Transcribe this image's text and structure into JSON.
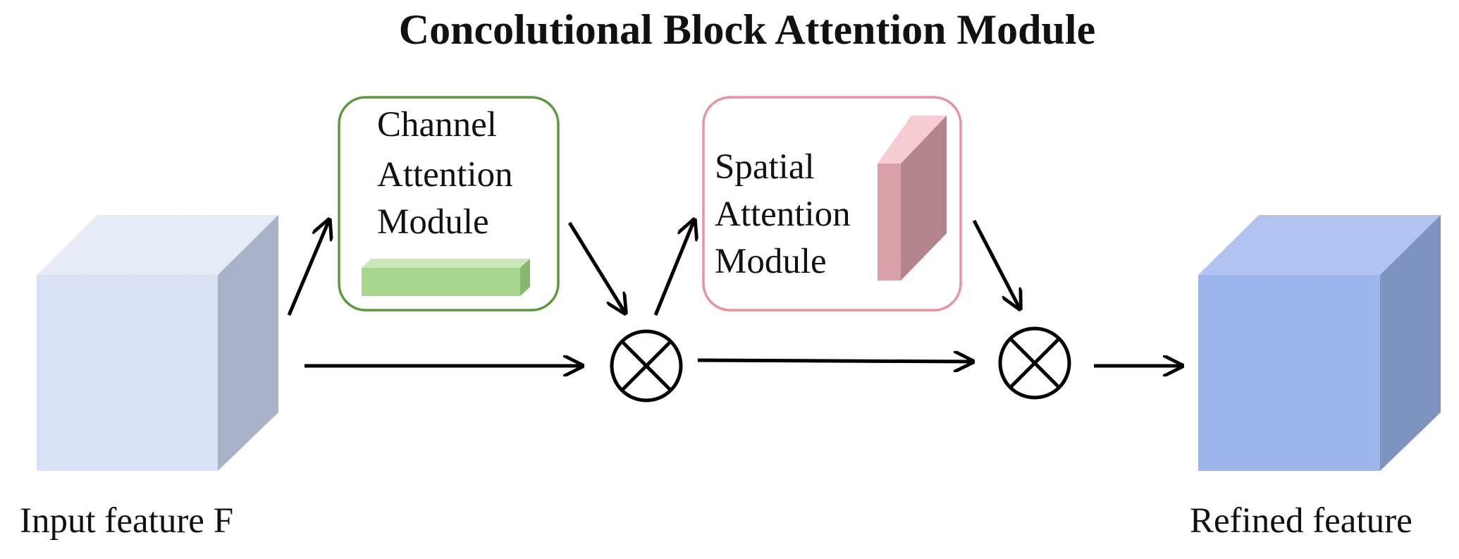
{
  "title": "Concolutional Block Attention Module",
  "input_label": "Input feature F",
  "output_label": "Refined feature",
  "channel_module": {
    "lines": [
      "Channel",
      "Attention",
      "Module"
    ],
    "border_color": "#5a9a3c",
    "block_color": "#a8d58e"
  },
  "spatial_module": {
    "lines": [
      "Spatial",
      "Attention",
      "Module"
    ],
    "border_color": "#e8929e",
    "block_color": "#d9a0a8"
  },
  "input_cube_color": "#dae3f3",
  "output_cube_color": "#9db5ea",
  "multiply_symbol": "multiply-circle-icon"
}
